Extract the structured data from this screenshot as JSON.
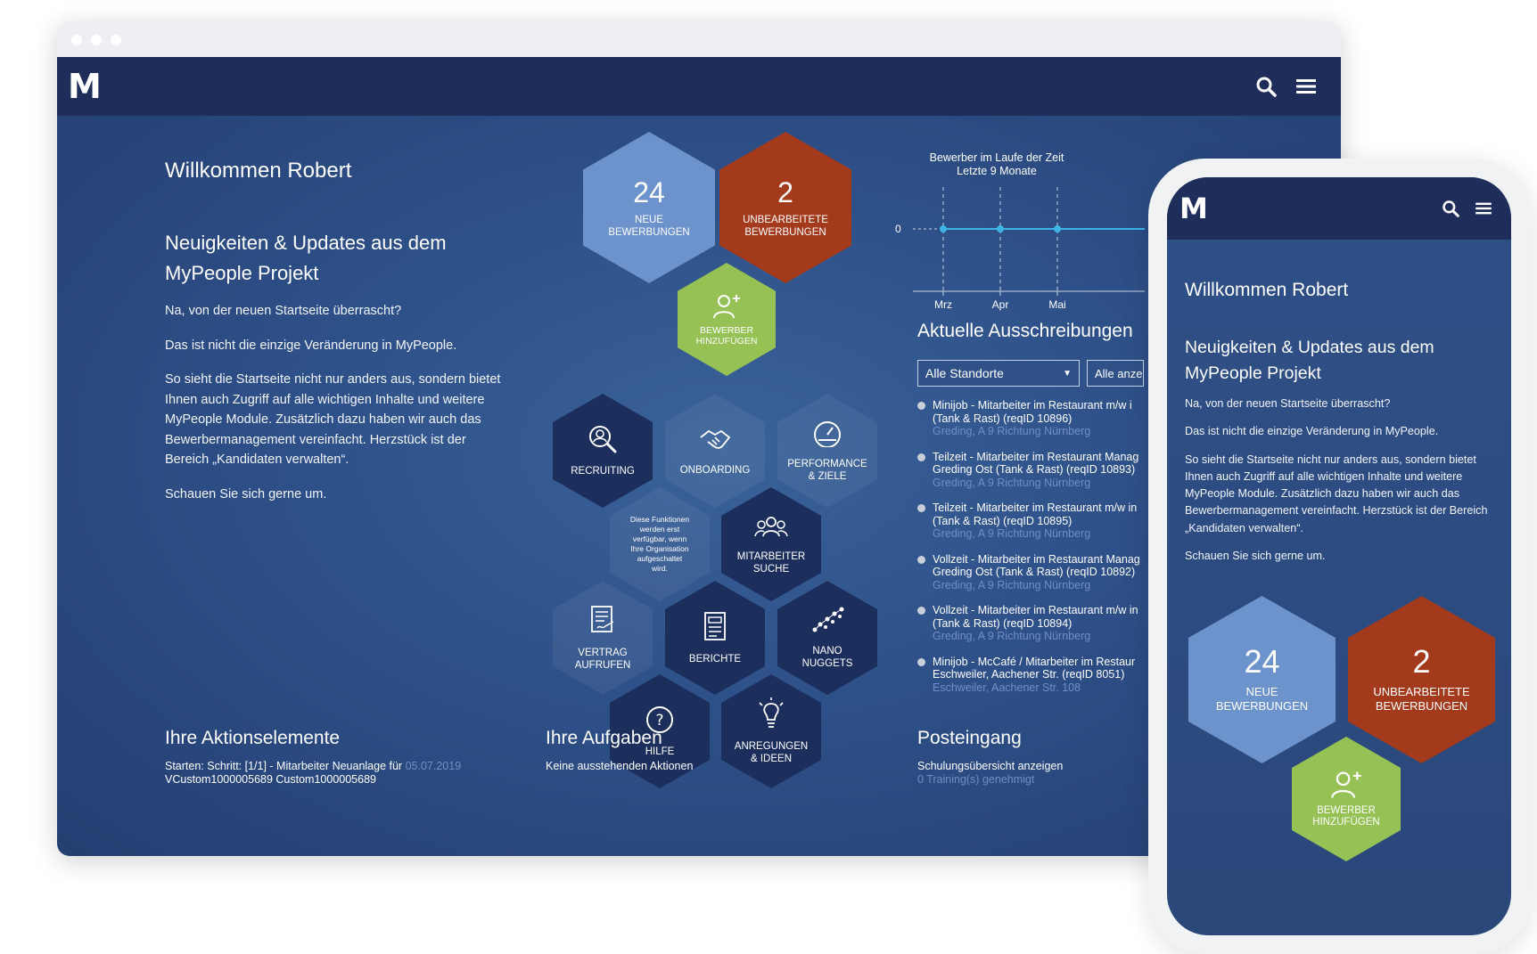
{
  "app": {
    "logo": "M"
  },
  "desktop": {
    "welcome": "Willkommen Robert",
    "news_title": "Neuigkeiten & Updates aus dem MyPeople Projekt",
    "paragraphs": [
      "Na, von der neuen Startseite überrascht?",
      "Das ist nicht die einzige Veränderung in MyPeople.",
      "So sieht die Startseite nicht nur anders aus, sondern bietet Ihnen auch Zugriff auf alle wichtigen Inhalte und weitere MyPeople Module. Zusätzlich dazu haben wir auch das Bewerbermanagement vereinfacht. Herzstück ist der Bereich „Kandidaten verwalten“.",
      "Schauen Sie sich gerne um."
    ],
    "tiles": {
      "new_count": "24",
      "new_label": "NEUE BEWERBUNGEN",
      "unproc_count": "2",
      "unproc_label": "UNBEARBEITETE BEWERBUNGEN",
      "add_label": "BEWERBER HINZUFÜGEN",
      "recruiting": "RECRUITING",
      "onboarding": "ONBOARDING",
      "performance": "PERFORMANCE & ZIELE",
      "disabled_note": "Diese Funktionen werden erst verfügbar, wenn Ihre Organisation aufgeschaltet wird.",
      "employee_search": "MITARBEITER SUCHE",
      "contract": "VERTRAG AUFRUFEN",
      "reports": "BERICHTE",
      "nano": "NANO NUGGETS",
      "help": "HILFE",
      "ideas": "ANREGUNGEN & IDEEN"
    },
    "jobs": {
      "title": "Aktuelle Ausschreibungen",
      "filter_location": "Alle Standorte",
      "filter_show": "Alle anze",
      "items": [
        {
          "title": "Minijob - Mitarbeiter im Restaurant m/w i",
          "line2": "(Tank & Rast) (reqID 10896)",
          "sub": "Greding, A 9 Richtung Nürnberg"
        },
        {
          "title": "Teilzeit - Mitarbeiter im Restaurant Manag",
          "line2": "Greding Ost (Tank & Rast) (reqID 10893)",
          "sub": "Greding, A 9 Richtung Nürnberg"
        },
        {
          "title": "Teilzeit - Mitarbeiter im Restaurant m/w in",
          "line2": "(Tank & Rast) (reqID 10895)",
          "sub": "Greding, A 9 Richtung Nürnberg"
        },
        {
          "title": "Vollzeit - Mitarbeiter im Restaurant Manag",
          "line2": "Greding Ost (Tank & Rast) (reqID 10892)",
          "sub": "Greding, A 9 Richtung Nürnberg"
        },
        {
          "title": "Vollzeit - Mitarbeiter im Restaurant m/w in",
          "line2": "(Tank & Rast) (reqID 10894)",
          "sub": "Greding, A 9 Richtung Nürnberg"
        },
        {
          "title": "Minijob - McCafé / Mitarbeiter im Restaur",
          "line2": "Eschweiler, Aachener Str. (reqID 8051)",
          "sub": "Eschweiler, Aachener Str. 108"
        }
      ]
    },
    "actions": {
      "title": "Ihre Aktionselemente",
      "line1": "Starten: Schritt: [1/1] - Mitarbeiter Neuanlage für",
      "date": "05.07.2019",
      "line2": "VCustom1000005689 Custom1000005689"
    },
    "tasks": {
      "title": "Ihre Aufgaben",
      "text": "Keine ausstehenden Aktionen"
    },
    "inbox": {
      "title": "Posteingang",
      "text": "Schulungsübersicht anzeigen",
      "sub": "0 Training(s) genehmigt"
    }
  },
  "chart_data": {
    "type": "line",
    "title": "Bewerber im Laufe der Zeit",
    "subtitle": "Letzte 9 Monate",
    "categories": [
      "Mrz",
      "Apr",
      "Mai"
    ],
    "values": [
      0,
      0,
      0
    ],
    "y_ticks": [
      "0"
    ],
    "grid": true,
    "colors": {
      "line": "#3cb4e6"
    }
  },
  "phone": {
    "welcome": "Willkommen Robert",
    "news_title": "Neuigkeiten & Updates aus dem MyPeople Projekt",
    "paragraphs": [
      "Na, von der neuen Startseite überrascht?",
      "Das ist nicht die einzige Veränderung in MyPeople.",
      "So sieht die Startseite nicht nur anders aus, sondern bietet Ihnen auch Zugriff auf alle wichtigen Inhalte und weitere MyPeople Module. Zusätzlich dazu haben wir auch das Bewerbermanagement vereinfacht. Herzstück ist der Bereich „Kandidaten verwalten“.",
      "Schauen Sie sich gerne um."
    ],
    "new_count": "24",
    "new_label": "NEUE BEWERBUNGEN",
    "unproc_count": "2",
    "unproc_label": "UNBEARBEITETE BEWERBUNGEN",
    "add_label": "BEWERBER HINZUFÜGEN"
  },
  "colors": {
    "navy": "#1e2d59",
    "blue_tile": "#6d93cc",
    "red_tile": "#a33a1c",
    "green_tile": "#95c155",
    "dark_tile": "#1c2f5c"
  },
  "icons": [
    "search-icon",
    "menu-icon",
    "recruiting-icon",
    "onboarding-icon",
    "performance-icon",
    "employee-search-icon",
    "contract-icon",
    "reports-icon",
    "nano-nuggets-icon",
    "help-icon",
    "ideas-icon",
    "add-person-icon"
  ]
}
